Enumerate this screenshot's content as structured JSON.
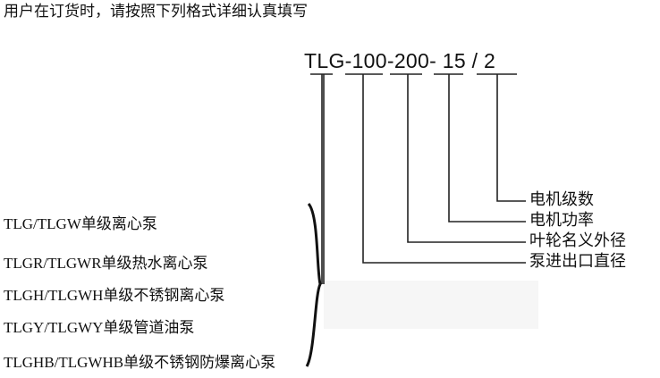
{
  "title": "用户在订货时，请按照下列格式详细认真填写",
  "model_code": "TLG-100-200- 15  /  2",
  "labels": {
    "motor_poles": "电机级数",
    "motor_power": "电机功率",
    "impeller_diameter": "叶轮名义外径",
    "port_diameter": "泵进出口直径"
  },
  "pump_types": [
    "TLG/TLGW单级离心泵",
    "TLGR/TLGWR单级热水离心泵",
    "TLGH/TLGWH单级不锈钢离心泵",
    "TLGY/TLGWY单级管道油泵",
    "TLGHB/TLGWHB单级不锈钢防爆离心泵"
  ]
}
